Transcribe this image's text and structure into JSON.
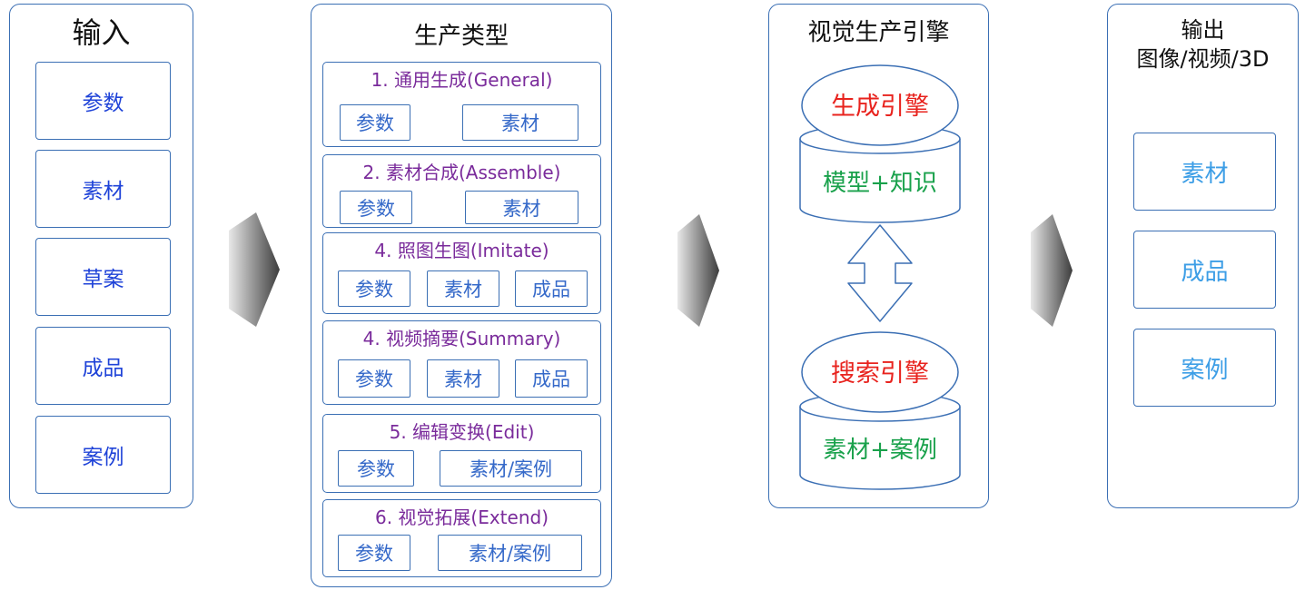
{
  "input": {
    "title": "输入",
    "items": [
      "参数",
      "素材",
      "草案",
      "成品",
      "案例"
    ]
  },
  "types": {
    "title": "生产类型",
    "groups": [
      {
        "title": "1. 通用生成(General)",
        "items": [
          "参数",
          "素材"
        ]
      },
      {
        "title": "2. 素材合成(Assemble)",
        "items": [
          "参数",
          "素材"
        ]
      },
      {
        "title": "4. 照图生图(Imitate)",
        "items": [
          "参数",
          "素材",
          "成品"
        ]
      },
      {
        "title": "4. 视频摘要(Summary)",
        "items": [
          "参数",
          "素材",
          "成品"
        ]
      },
      {
        "title": "5. 编辑变换(Edit)",
        "items": [
          "参数",
          "素材/案例"
        ]
      },
      {
        "title": "6. 视觉拓展(Extend)",
        "items": [
          "参数",
          "素材/案例"
        ]
      }
    ]
  },
  "engine": {
    "title": "视觉生产引擎",
    "top": {
      "cap": "生成引擎",
      "base": "模型+知识"
    },
    "bottom": {
      "cap": "搜索引擎",
      "base": "素材+案例"
    }
  },
  "output": {
    "title_line1": "输出",
    "title_line2": "图像/视频/3D",
    "items": [
      "素材",
      "成品",
      "案例"
    ]
  },
  "colors": {
    "border": "#3b6fb4",
    "input_text": "#1f43d8",
    "output_text": "#3d9ee6",
    "group_title": "#7a2b9b",
    "engine_red": "#e8231e",
    "engine_green": "#19a14b"
  }
}
